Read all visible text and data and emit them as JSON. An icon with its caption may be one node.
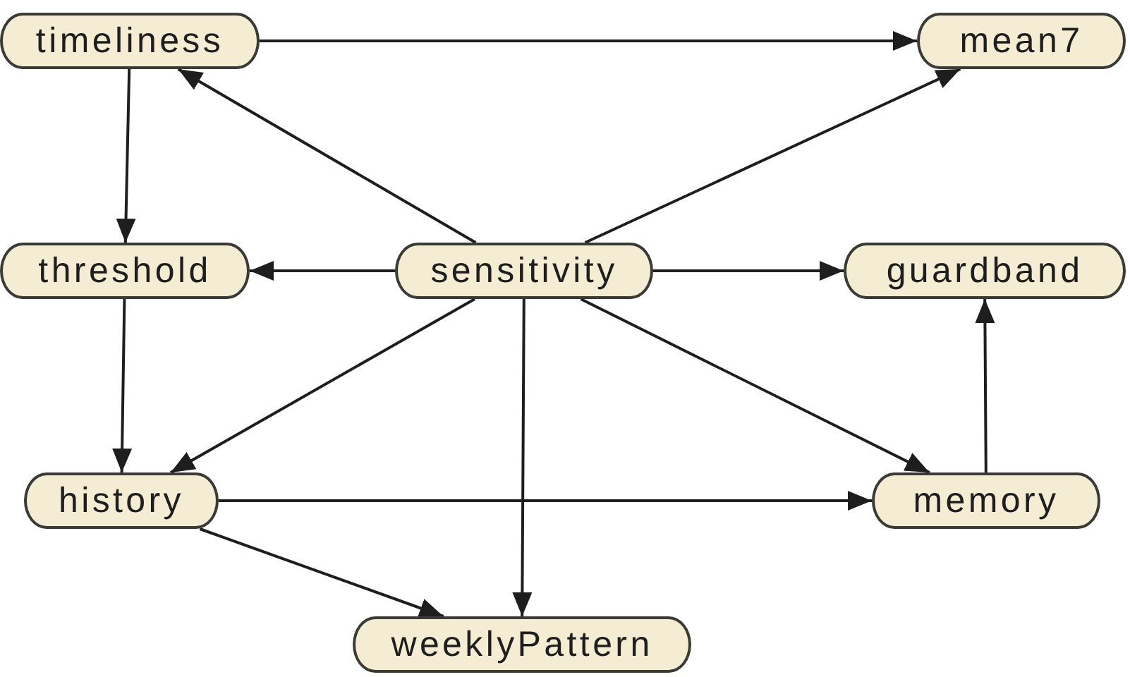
{
  "diagram": {
    "nodes": [
      {
        "text": [
          "timeliness"
        ]
      },
      {
        "text": [
          "mean7"
        ]
      },
      {
        "text": [
          "threshold"
        ]
      },
      {
        "text": [
          "sensitivity"
        ]
      },
      {
        "text": [
          "guardband"
        ]
      },
      {
        "text": [
          "history"
        ]
      },
      {
        "text": [
          "memory"
        ]
      },
      {
        "text": [
          "weeklyPattern"
        ]
      }
    ],
    "edges": [
      {
        "from": 0,
        "to": 1,
        "arrow": "to"
      },
      {
        "from": 0,
        "to": 2,
        "arrow": "to"
      },
      {
        "from": 3,
        "to": 0,
        "arrow": "to"
      },
      {
        "from": 3,
        "to": 1,
        "arrow": "to"
      },
      {
        "from": 3,
        "to": 2,
        "arrow": "to"
      },
      {
        "from": 3,
        "to": 4,
        "arrow": "to"
      },
      {
        "from": 3,
        "to": 5,
        "arrow": "to"
      },
      {
        "from": 3,
        "to": 6,
        "arrow": "to"
      },
      {
        "from": 3,
        "to": 7,
        "arrow": "to"
      },
      {
        "from": 2,
        "to": 5,
        "arrow": "to"
      },
      {
        "from": 5,
        "to": 6,
        "arrow": "to"
      },
      {
        "from": 5,
        "to": 7,
        "arrow": "to"
      },
      {
        "from": 6,
        "to": 4,
        "arrow": "to"
      }
    ]
  }
}
